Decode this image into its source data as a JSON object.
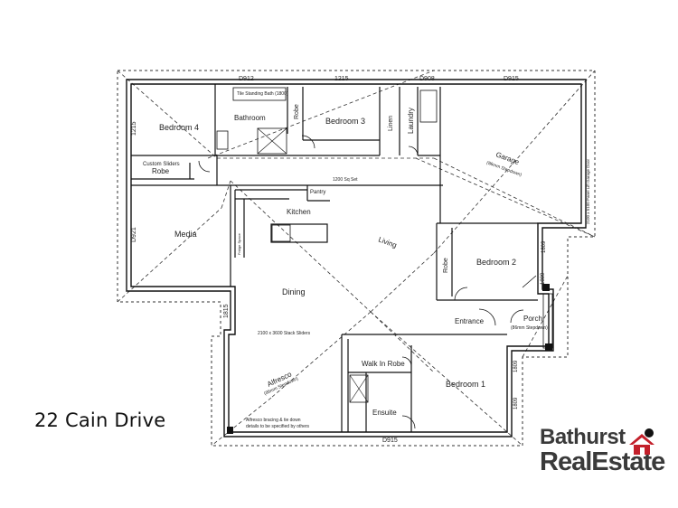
{
  "caption": "22 Cain Drive",
  "brand": {
    "line1": "Bathurst",
    "line2": "RealEstate"
  },
  "rooms": {
    "bedroom4": "Bedroom 4",
    "bathroom": "Bathroom",
    "bedroom3": "Bedroom 3",
    "linen": "Linen",
    "laundry": "Laundry",
    "garage": "Garage",
    "garage_note": "(86mm Stepdown)",
    "robe": "Robe",
    "custom_sliders": "Custom Sliders",
    "kitchen": "Kitchen",
    "pantry": "Pantry",
    "media": "Media",
    "living": "Living",
    "bedroom2": "Bedroom 2",
    "dining": "Dining",
    "entrance": "Entrance",
    "porch": "Porch",
    "porch_note": "(86mm Stepdown)",
    "walk_in_robe": "Walk In Robe",
    "bedroom1": "Bedroom 1",
    "ensuite": "Ensuite",
    "alfresco": "Alfresco",
    "alfresco_note": "(86mm Stepdown)",
    "alfresco_bracing": "Alfresco bracing & tie down",
    "alfresco_bracing2": "details to be specified by others"
  },
  "notes": {
    "bath": "Tile Standing Bath (1800)",
    "slider_2100": "2100 x 3600 Stack Sliders",
    "slider_1200": "1200 Sq Set",
    "garage_door": "2100 x 5100 Panel Lift Garage Door",
    "fridge_space": "Fridge Space"
  },
  "dimensions": [
    "D912",
    "1215",
    "D908",
    "D915",
    "D921",
    "1815",
    "1215",
    "D915",
    "1809",
    "1809",
    "1809",
    "1809"
  ]
}
